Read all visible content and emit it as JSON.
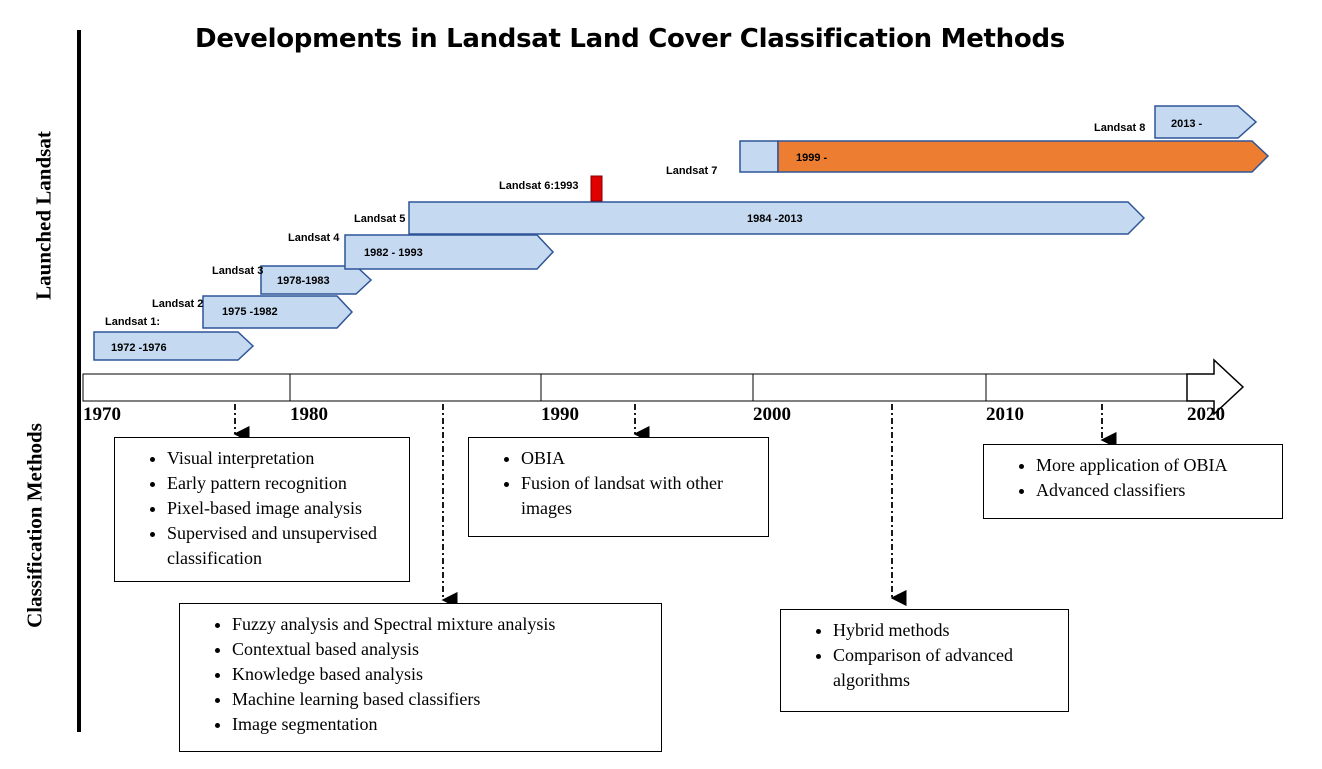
{
  "title": "Developments in Landsat Land Cover Classification Methods",
  "side_labels": {
    "top": "Launched Landsat",
    "bottom": "Classification Methods"
  },
  "colors": {
    "landsat_bar": "#c5d9f1",
    "landsat_bar_stroke": "#2f5597",
    "landsat7_bar": "#ed7d31",
    "landsat6_marker": "#e00000"
  },
  "satellites": [
    {
      "name": "Landsat 1:",
      "range": "1972 -1976"
    },
    {
      "name": "Landsat 2",
      "range": "1975 -1982"
    },
    {
      "name": "Landsat 3",
      "range": "1978-1983"
    },
    {
      "name": "Landsat 4",
      "range": "1982 - 1993"
    },
    {
      "name": "Landsat 5",
      "range": "1984 -2013"
    },
    {
      "name": "Landsat 6:1993",
      "range": ""
    },
    {
      "name": "Landsat 7",
      "range": "1999 -"
    },
    {
      "name": "Landsat 8",
      "range": "2013 -"
    }
  ],
  "timeline": {
    "years": [
      "1970",
      "1980",
      "1990",
      "2000",
      "2010",
      "2020"
    ]
  },
  "methods": [
    {
      "items": [
        "Visual interpretation",
        "Early pattern recognition",
        "Pixel-based image analysis",
        "Supervised and unsupervised classification"
      ]
    },
    {
      "items": [
        "Fuzzy analysis and Spectral mixture analysis",
        "Contextual based analysis",
        "Knowledge based analysis",
        "Machine learning based classifiers",
        "Image segmentation"
      ]
    },
    {
      "items": [
        "OBIA",
        "Fusion of landsat with other images"
      ]
    },
    {
      "items": [
        "Hybrid methods",
        "Comparison of advanced algorithms"
      ]
    },
    {
      "items": [
        "More application of OBIA",
        "Advanced classifiers"
      ]
    }
  ]
}
